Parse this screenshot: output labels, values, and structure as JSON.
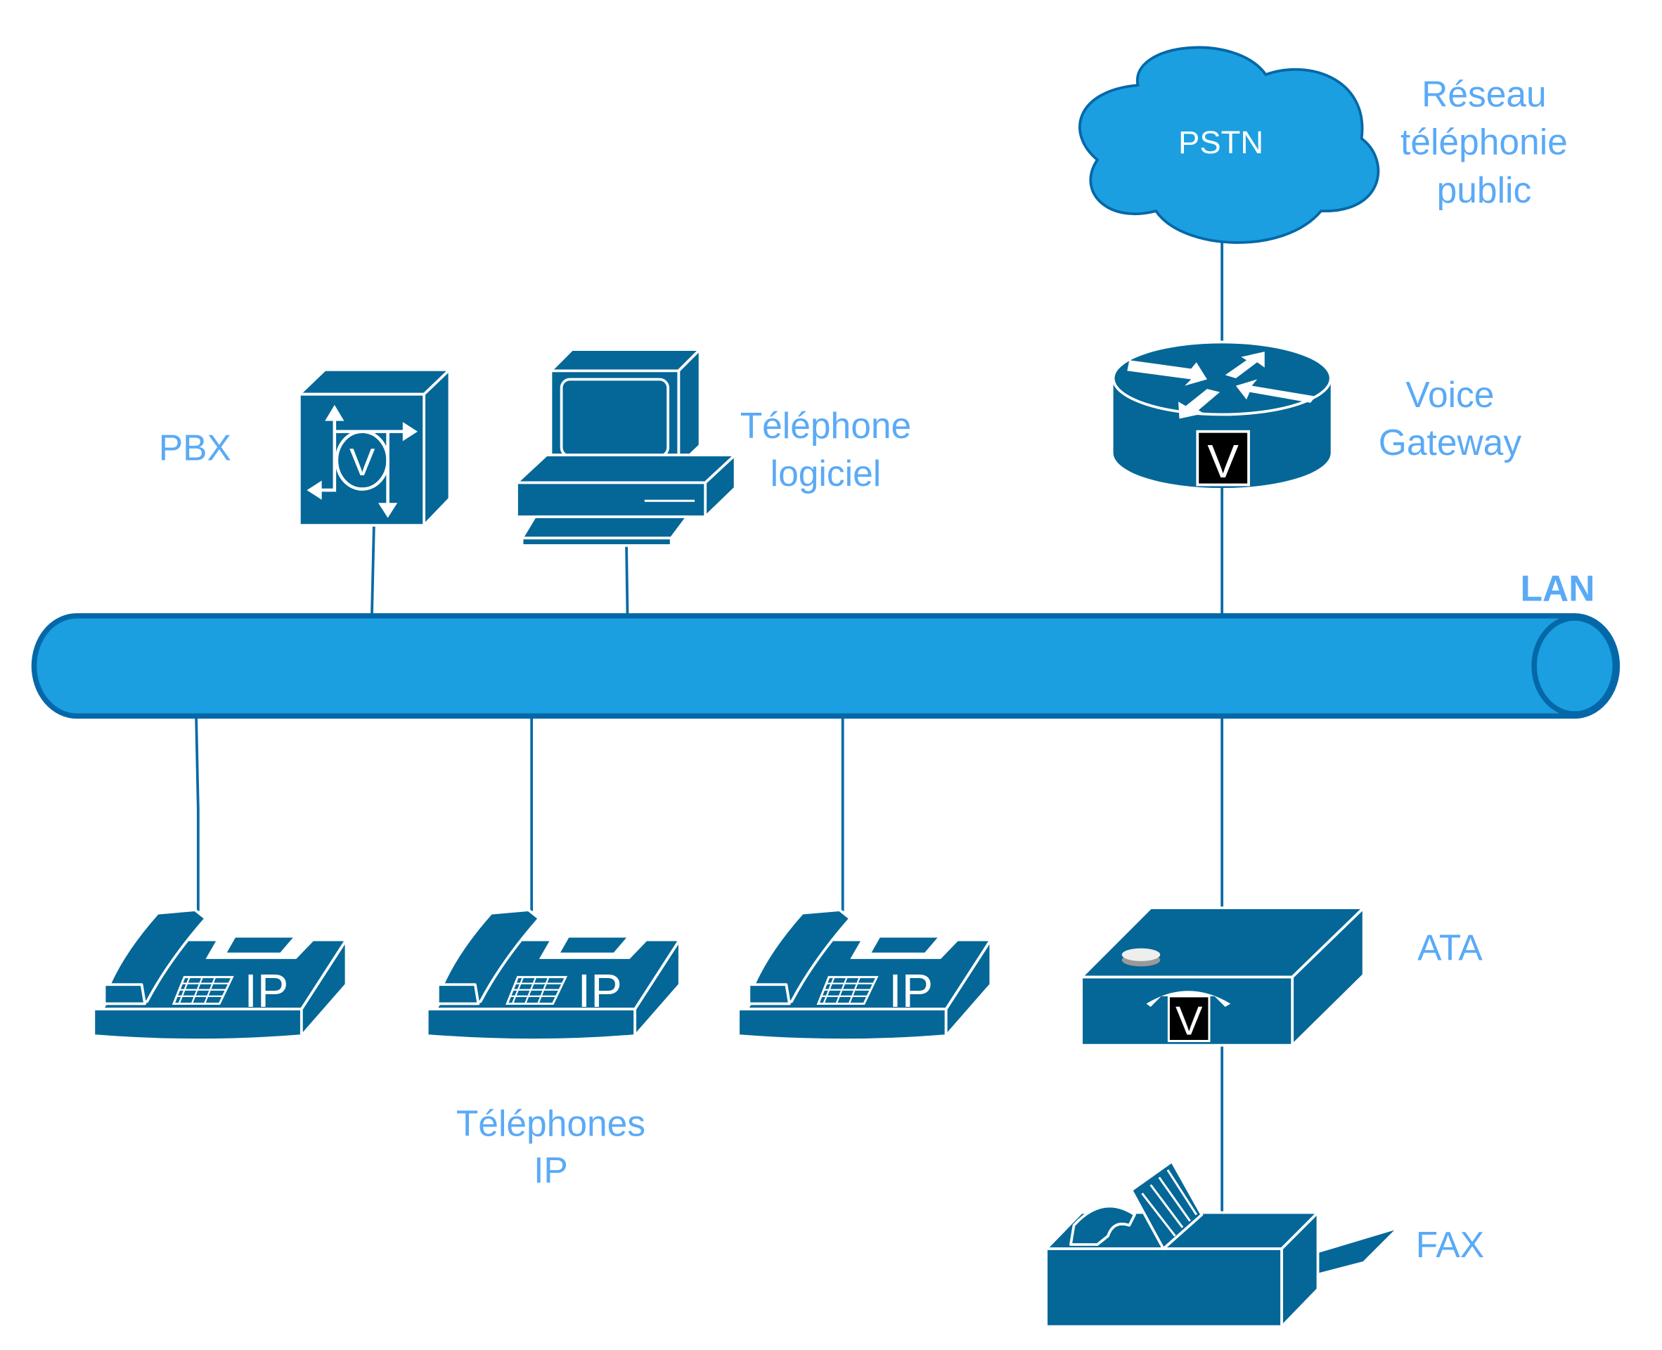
{
  "colors": {
    "device": "#046797",
    "cloud": "#1b9fe0",
    "pipe": "#1b9fe0",
    "pipe_outline": "#0468a8",
    "label": "#5aaaf6"
  },
  "cloud": {
    "label": "PSTN",
    "caption": [
      "Réseau",
      "téléphonie",
      "public"
    ]
  },
  "voice_gateway": {
    "badge": "V",
    "caption": [
      "Voice",
      "Gateway"
    ]
  },
  "lan": {
    "label": "LAN"
  },
  "pbx": {
    "label": "PBX",
    "badge": "V"
  },
  "softphone": {
    "caption": [
      "Téléphone",
      "logiciel"
    ]
  },
  "ip_phones": {
    "badge": "IP",
    "caption": [
      "Téléphones",
      "IP"
    ]
  },
  "ata": {
    "label": "ATA",
    "badge": "V"
  },
  "fax": {
    "label": "FAX"
  }
}
